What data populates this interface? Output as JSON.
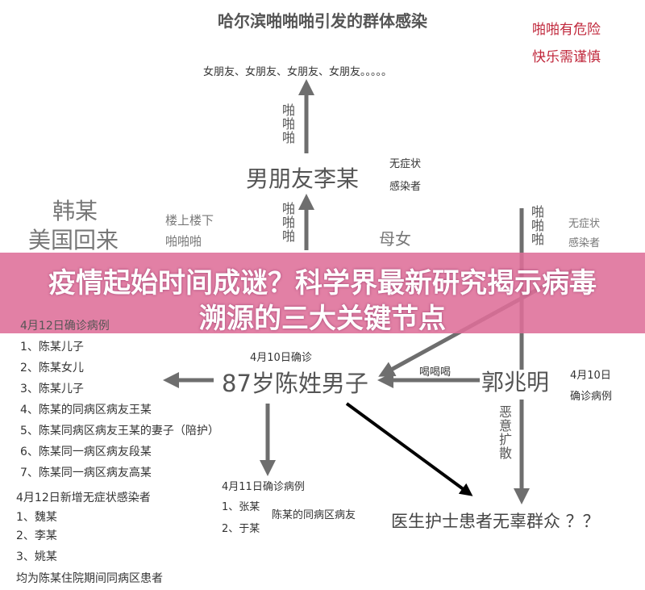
{
  "title": "哈尔滨啪啪啪引发的群体感染",
  "notes": [
    "啪啪有危险",
    "快乐需谨慎"
  ],
  "girlfriends": "女朋友、女朋友、女朋友、女朋友。。。。。",
  "papapa": "啪啪啪",
  "boyfriend": "男朋友李某",
  "asym1": "无症状",
  "asym2": "感染者",
  "han": "韩某",
  "usa": "美国回来",
  "upstairs": "楼上楼下",
  "mother_daughter": "母女",
  "banner": {
    "line1": "疫情起始时间成谜？科学界最新研究揭示病毒",
    "line2": "溯源的三大关键节点"
  },
  "left_list": {
    "heading": "4月12日确诊病例",
    "items": [
      "1、陈某儿子",
      "2、陈某女儿",
      "3、陈某儿子",
      "4、陈某的同病区病友王某",
      "5、陈某同病区病友王某的妻子（陪护）",
      "6、陈某同一病区病友段某",
      "7、陈某同一病区病友高某"
    ],
    "heading2": "4月12日新增无症状感染者",
    "items2": [
      "1、魏某",
      "2、李某",
      "3、姚某"
    ],
    "footer": "均为陈某住院期间同病区患者"
  },
  "man": {
    "date": "4月10日确诊",
    "name": "87岁陈姓男子"
  },
  "apr11": {
    "heading": "4月11日确诊病例",
    "items": [
      "1、张某",
      "2、于某"
    ],
    "note": "陈某的同病区病友"
  },
  "guo": {
    "name": "郭兆明",
    "drink": "喝喝喝",
    "date1": "4月10日",
    "date2": "确诊病例",
    "spread": "恶意扩散"
  },
  "victims": "医生护士患者无辜群众 ？？",
  "colors": {
    "banner": "#de6e98",
    "note_red": "#c0283c",
    "arrow": "#6e6e6e"
  }
}
